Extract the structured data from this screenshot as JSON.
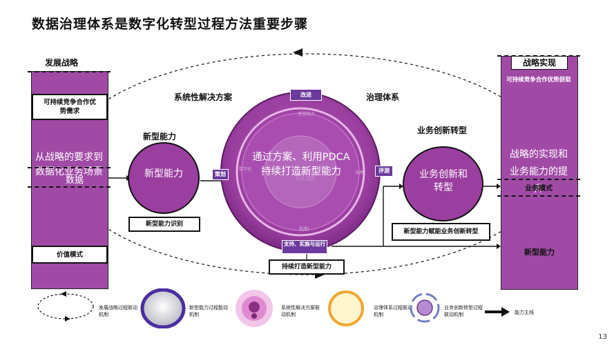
{
  "title": "数据治理体系是数字化转型过程方法重要步骤",
  "page_number": "13",
  "left_column": {
    "header": "发展战略",
    "top_box": "可持续竞争合作优势需求",
    "main_text": "从战略的要求到数据化业务场景",
    "overlay_text": "数据",
    "bottom_box": "价值模式"
  },
  "right_column": {
    "header": "战略实现",
    "top_text": "可持续竞争合作优势获取",
    "main_text": "战略的实现和业务能力的提升",
    "mid_box": "业务模式",
    "bottom_text": "新型能力"
  },
  "section_labels": {
    "systematic": "系统性解决方案",
    "governance": "治理体系",
    "new_capability": "新型能力",
    "business_transform": "业务创新转型"
  },
  "left_circle": {
    "text": "新型能力",
    "box": "新型能力识别"
  },
  "center_circle": {
    "text": "通过方案、利用PDCA持续打造新型能力",
    "ghost_text": "数据",
    "tag_top": "改进",
    "tag_left": "策划",
    "tag_right": "评测",
    "tag_bottom": "支持、实施与运行",
    "inner_small": [
      "新型能力",
      "数字化",
      "治理",
      "机制"
    ],
    "box": "持续打造新型能力"
  },
  "right_circle": {
    "text": "业务创新和转型",
    "box": "新型能力赋能业务创新转型"
  },
  "legend": [
    {
      "icon": "dashed-loop-icon",
      "text": "发展战略过程联动机制"
    },
    {
      "icon": "new-capability-ring-icon",
      "text": "新型能力过程能动机制"
    },
    {
      "icon": "solution-sphere-icon",
      "text": "系统性解决方案联动机制"
    },
    {
      "icon": "governance-ring-icon",
      "text": "治理体系过程联动机制"
    },
    {
      "icon": "business-cycle-icon",
      "text": "业务创新转型过程联动机制"
    },
    {
      "icon": "main-line-arrow-icon",
      "text": "能力主线"
    }
  ],
  "colors": {
    "purple": "#a04aa6",
    "dark_purple": "#7d2a86",
    "tag": "#6c3a9e",
    "ring_orange": "#f0a830"
  }
}
